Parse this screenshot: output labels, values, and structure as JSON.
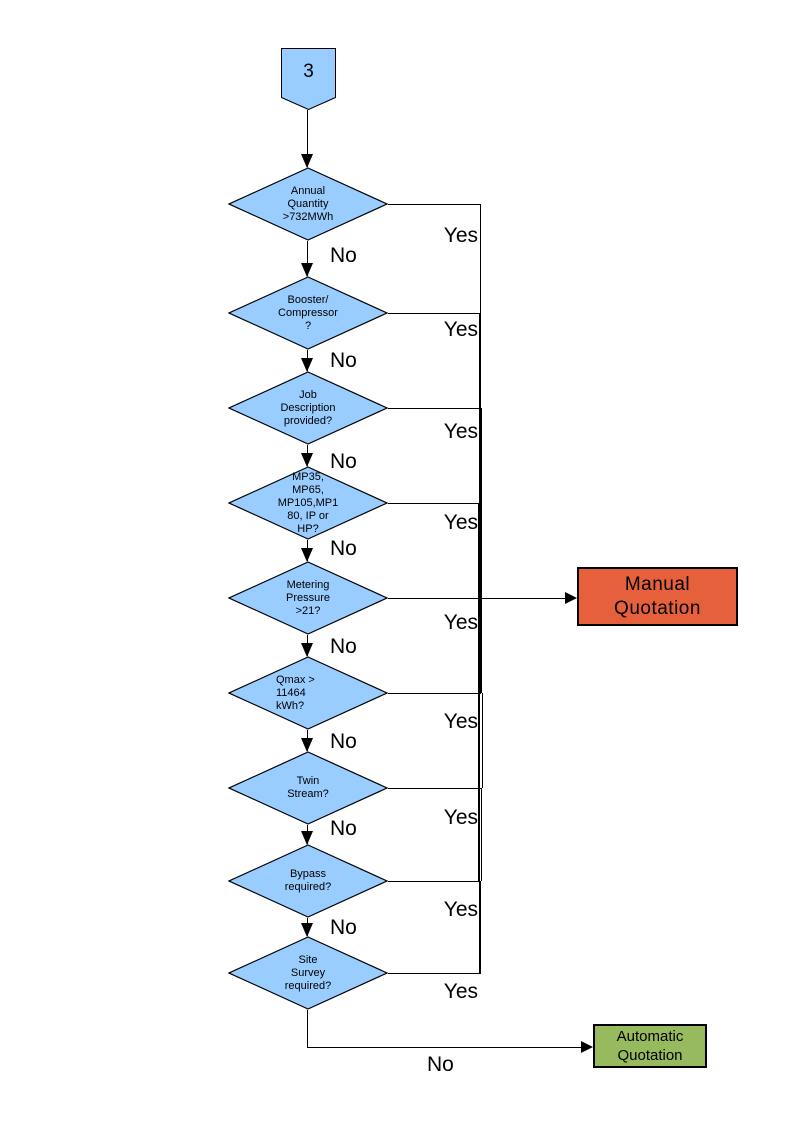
{
  "colors": {
    "decision_fill": "#99CCFF",
    "start_fill": "#99CCFF",
    "shape_border": "#000000",
    "line": "#000000",
    "text": "#000000",
    "manual_fill": "#E6603C",
    "automatic_fill": "#97BA5E",
    "page_background": "#FFFFFF"
  },
  "start_connector": {
    "label": "3"
  },
  "decisions": [
    {
      "id": "annual-quantity",
      "label": "Annual\nQuantity\n>732MWh",
      "yes_label": "Yes",
      "no_label": "No"
    },
    {
      "id": "booster-compressor",
      "label": "Booster/\nCompressor\n?",
      "yes_label": "Yes",
      "no_label": "No"
    },
    {
      "id": "job-description",
      "label": "Job\nDescription\nprovided?",
      "yes_label": "Yes",
      "no_label": "No"
    },
    {
      "id": "pressure-tier",
      "label": "MP35,\nMP65,\nMP105,MP1\n80, IP or\nHP?",
      "yes_label": "Yes",
      "no_label": "No"
    },
    {
      "id": "metering-pressure",
      "label": "Metering\nPressure\n>21?",
      "yes_label": "Yes",
      "no_label": "No"
    },
    {
      "id": "qmax",
      "label": "Qmax >\n11464\nkWh?",
      "yes_label": "Yes",
      "no_label": "No"
    },
    {
      "id": "twin-stream",
      "label": "Twin\nStream?",
      "yes_label": "Yes",
      "no_label": "No"
    },
    {
      "id": "bypass",
      "label": "Bypass\nrequired?",
      "yes_label": "Yes",
      "no_label": "No"
    },
    {
      "id": "site-survey",
      "label": "Site\nSurvey\nrequired?",
      "yes_label": "Yes",
      "no_label": "No"
    }
  ],
  "outcomes": {
    "manual": {
      "label": "Manual\nQuotation",
      "fill": "#E6603C"
    },
    "automatic": {
      "label": "Automatic\nQuotation",
      "fill": "#97BA5E"
    }
  }
}
